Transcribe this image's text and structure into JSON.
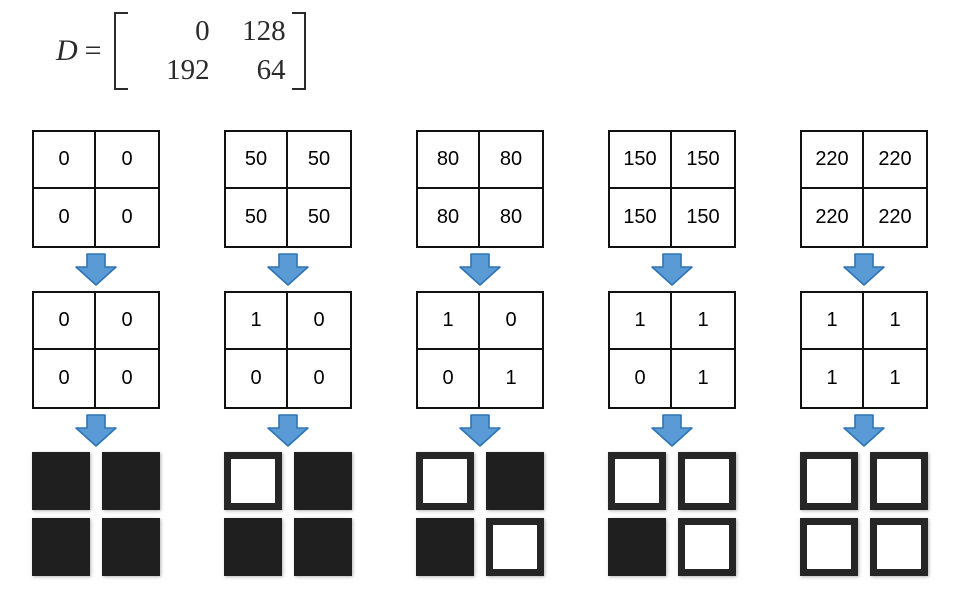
{
  "formula": {
    "name": "D",
    "equals": "=",
    "matrix": [
      [
        "0",
        "128"
      ],
      [
        "192",
        "64"
      ]
    ]
  },
  "colors": {
    "arrow_fill": "#5B9BD5",
    "arrow_stroke": "#2E74B5",
    "block_on": "#ffffff",
    "block_off": "#1f1f1f",
    "grid_border": "#111111",
    "text": "#000000"
  },
  "legend": {
    "on_value": "1",
    "off_value": "0",
    "arrow_icon": "arrow-down-icon"
  },
  "columns": [
    {
      "id": "column-0",
      "input_label": "0",
      "input": [
        [
          "0",
          "0"
        ],
        [
          "0",
          "0"
        ]
      ],
      "output": [
        [
          "0",
          "0"
        ],
        [
          "0",
          "0"
        ]
      ],
      "blocks": [
        [
          "off",
          "off"
        ],
        [
          "off",
          "off"
        ]
      ]
    },
    {
      "id": "column-50",
      "input_label": "50",
      "input": [
        [
          "50",
          "50"
        ],
        [
          "50",
          "50"
        ]
      ],
      "output": [
        [
          "1",
          "0"
        ],
        [
          "0",
          "0"
        ]
      ],
      "blocks": [
        [
          "on",
          "off"
        ],
        [
          "off",
          "off"
        ]
      ]
    },
    {
      "id": "column-80",
      "input_label": "80",
      "input": [
        [
          "80",
          "80"
        ],
        [
          "80",
          "80"
        ]
      ],
      "output": [
        [
          "1",
          "0"
        ],
        [
          "0",
          "1"
        ]
      ],
      "blocks": [
        [
          "on",
          "off"
        ],
        [
          "off",
          "on"
        ]
      ]
    },
    {
      "id": "column-150",
      "input_label": "150",
      "input": [
        [
          "150",
          "150"
        ],
        [
          "150",
          "150"
        ]
      ],
      "output": [
        [
          "1",
          "1"
        ],
        [
          "0",
          "1"
        ]
      ],
      "blocks": [
        [
          "on",
          "on"
        ],
        [
          "off",
          "on"
        ]
      ]
    },
    {
      "id": "column-220",
      "input_label": "220",
      "input": [
        [
          "220",
          "220"
        ],
        [
          "220",
          "220"
        ]
      ],
      "output": [
        [
          "1",
          "1"
        ],
        [
          "1",
          "1"
        ]
      ],
      "blocks": [
        [
          "on",
          "on"
        ],
        [
          "on",
          "on"
        ]
      ]
    }
  ]
}
